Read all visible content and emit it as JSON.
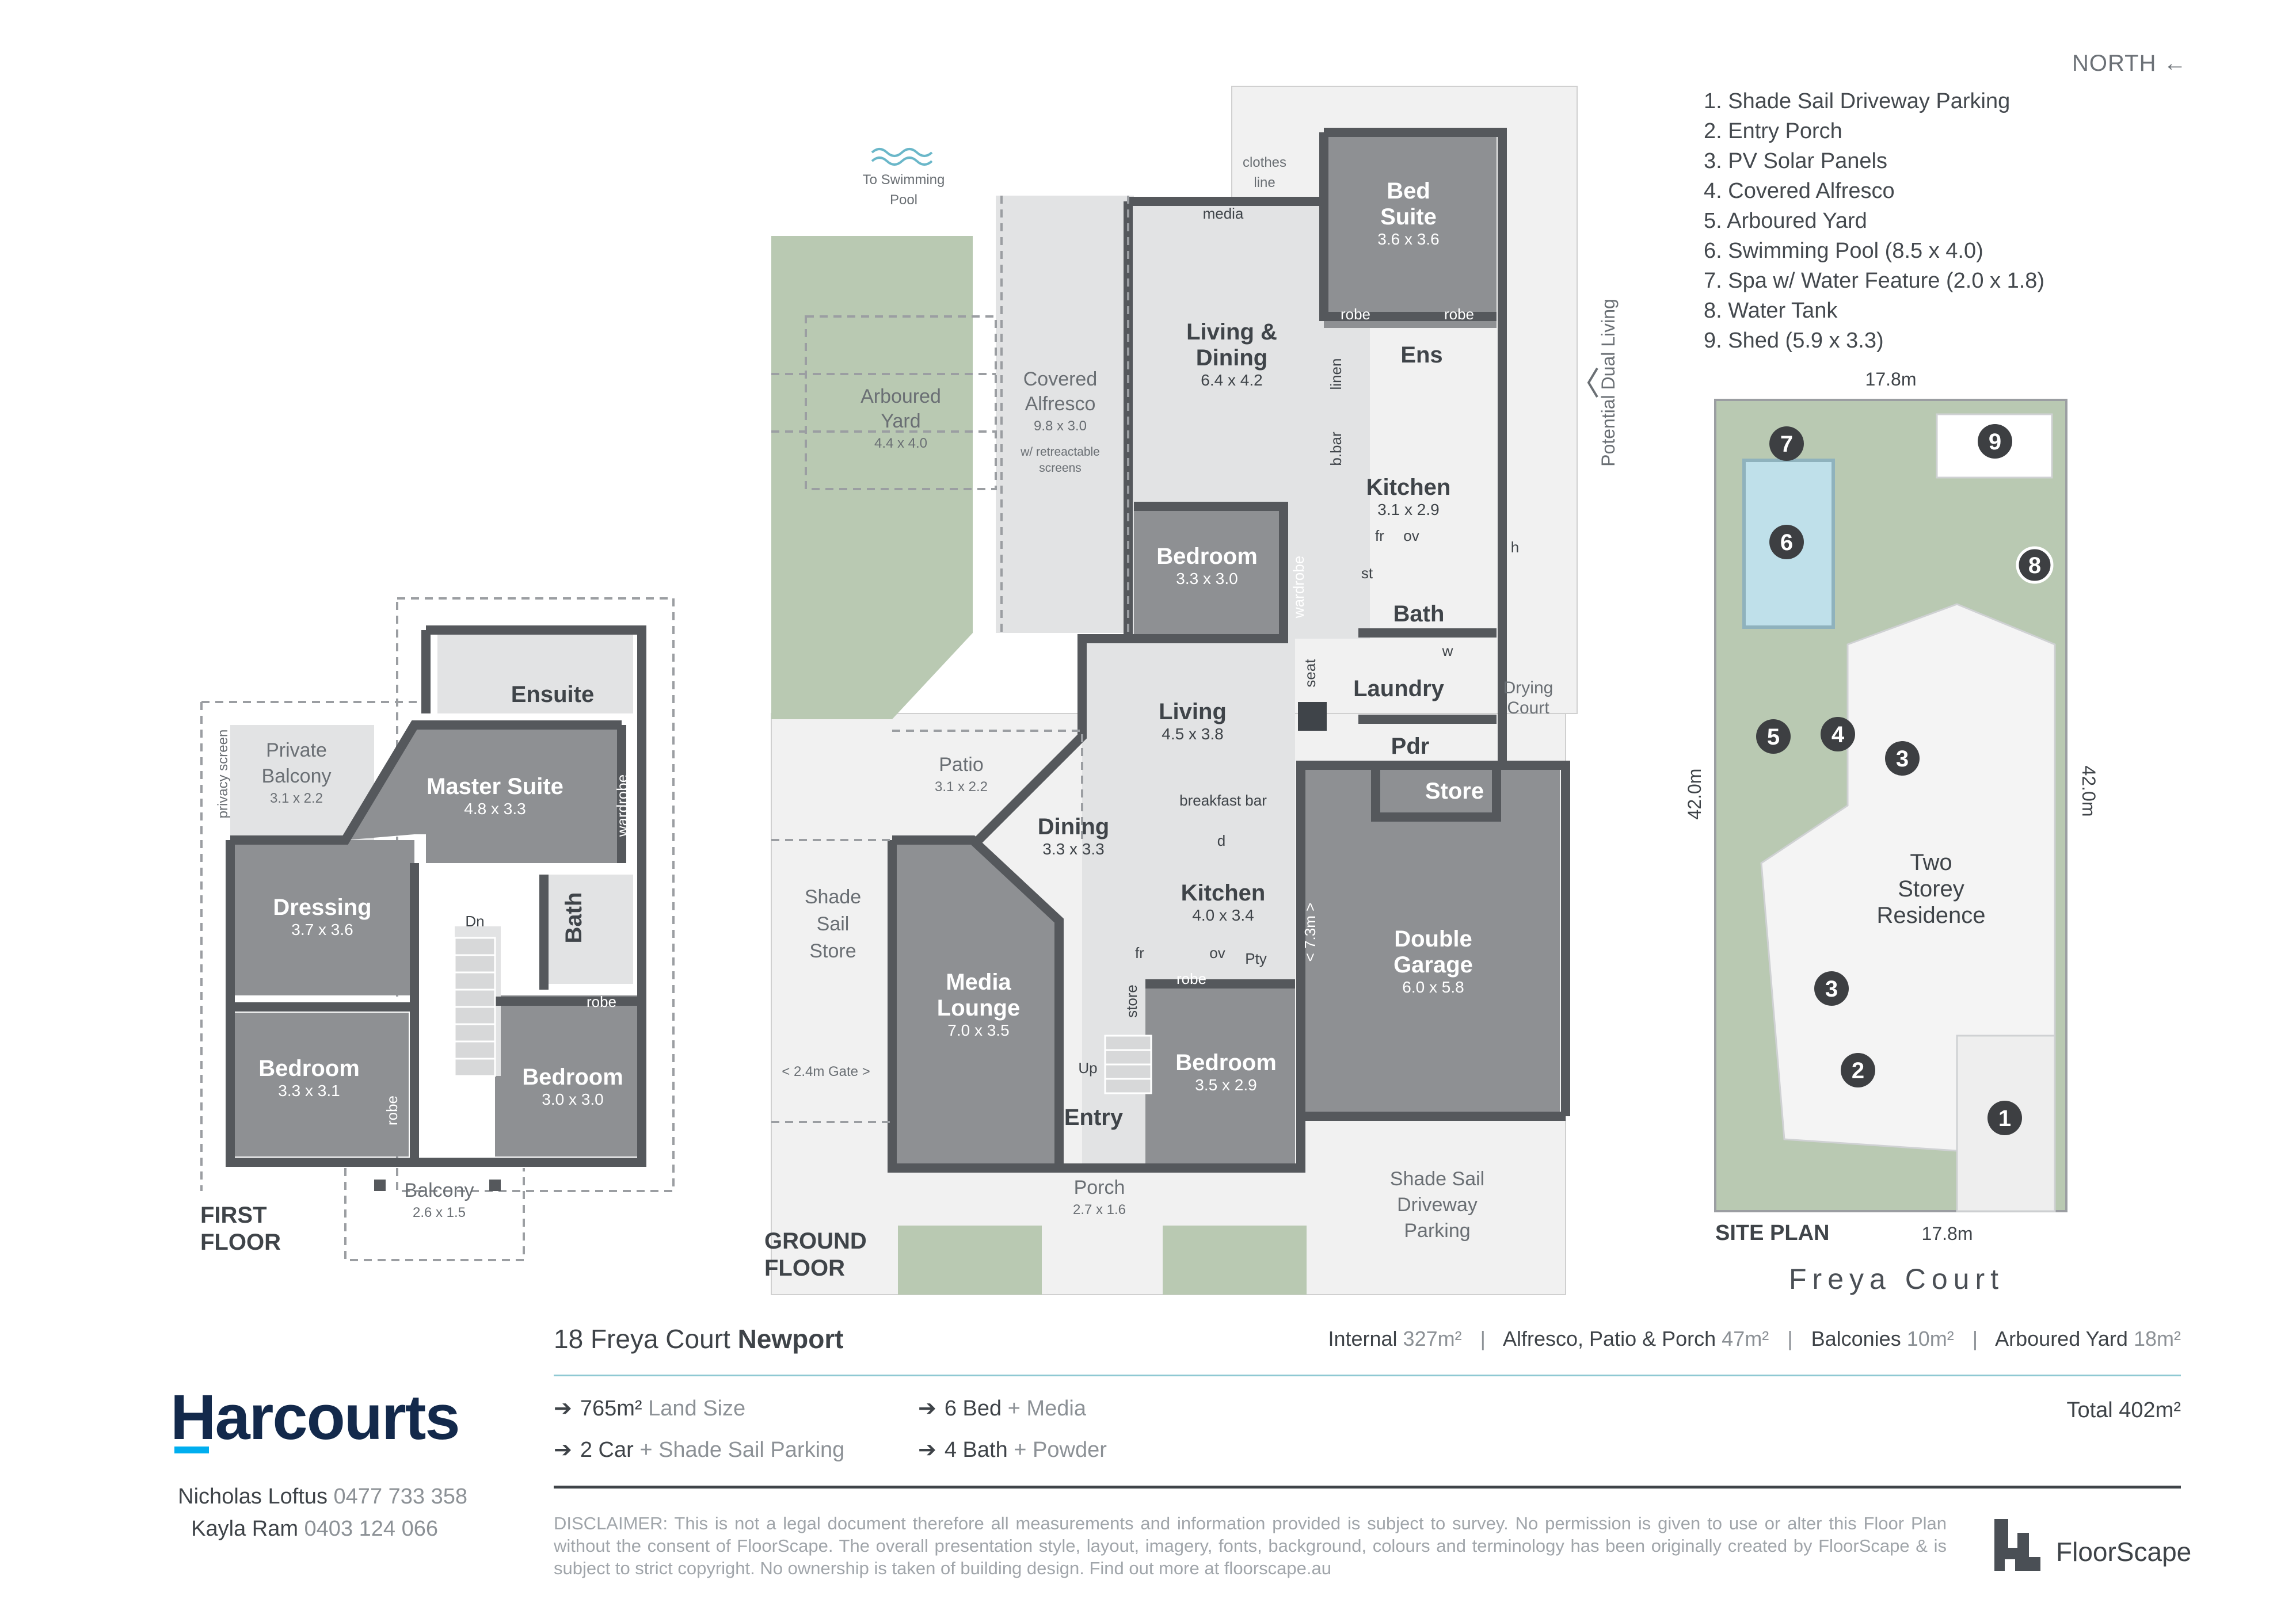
{
  "north": "NORTH ←",
  "legend": [
    "1. Shade Sail Driveway Parking",
    "2. Entry Porch",
    "3. PV Solar Panels",
    "4. Covered Alfresco",
    "5. Arboured Yard",
    "6. Swimming Pool (8.5 x 4.0)",
    "7. Spa w/ Water Feature (2.0 x 1.8)",
    "8. Water Tank",
    "9. Shed (5.9 x 3.3)"
  ],
  "first_floor": {
    "label_line1": "FIRST",
    "label_line2": "FLOOR",
    "rooms": {
      "ensuite": "Ensuite",
      "private_balcony": "Private",
      "private_balcony2": "Balcony",
      "private_balcony_size": "3.1 x 2.2",
      "privacy_screen": "privacy screen",
      "master_suite": "Master Suite",
      "master_suite_size": "4.8 x 3.3",
      "wardrobe": "wardrobe",
      "dressing": "Dressing",
      "dressing_size": "3.7 x 3.6",
      "dn": "Dn",
      "bath": "Bath",
      "robe": "robe",
      "bedroom_a": "Bedroom",
      "bedroom_a_size": "3.3 x 3.1",
      "robe_b": "robe",
      "bedroom_b": "Bedroom",
      "bedroom_b_size": "3.0 x 3.0",
      "balcony": "Balcony",
      "balcony_size": "2.6 x 1.5"
    }
  },
  "ground_floor": {
    "label_line1": "GROUND",
    "label_line2": "FLOOR",
    "rooms": {
      "to_pool_1": "To Swimming",
      "to_pool_2": "Pool",
      "clothes_1": "clothes",
      "clothes_2": "line",
      "media": "media",
      "bed_suite_1": "Bed",
      "bed_suite_2": "Suite",
      "bed_suite_size": "3.6 x 3.6",
      "robe_l": "robe",
      "robe_r": "robe",
      "ens": "Ens",
      "linen": "linen",
      "living_dining_1": "Living &",
      "living_dining_2": "Dining",
      "living_dining_size": "6.4 x 4.2",
      "arboured_1": "Arboured",
      "arboured_2": "Yard",
      "arboured_size": "4.4 x 4.0",
      "alfresco_1": "Covered",
      "alfresco_2": "Alfresco",
      "alfresco_size": "9.8 x 3.0",
      "alfresco_note_1": "w/ retreactable",
      "alfresco_note_2": "screens",
      "bbar": "b.bar",
      "kitchen_top": "Kitchen",
      "kitchen_top_size": "3.1 x 2.9",
      "fr_top": "fr",
      "ov_top": "ov",
      "st": "st",
      "h": "h",
      "potential": "Potential Dual Living",
      "bedroom_mid": "Bedroom",
      "bedroom_mid_size": "3.3 x 3.0",
      "wardrobe_mid": "wardrobe",
      "bath_mid": "Bath",
      "w": "w",
      "seat": "seat",
      "laundry": "Laundry",
      "drying_1": "Drying",
      "drying_2": "Court",
      "pdr": "Pdr",
      "living": "Living",
      "living_size": "4.5 x 3.8",
      "patio": "Patio",
      "patio_size": "3.1 x 2.2",
      "store_top": "Store",
      "breakfast": "breakfast bar",
      "dining": "Dining",
      "dining_size": "3.3 x 3.3",
      "d": "d",
      "kitchen": "Kitchen",
      "kitchen_size": "4.0 x 3.4",
      "shade_store_1": "Shade",
      "shade_store_2": "Sail",
      "shade_store_3": "Store",
      "media_lounge_1": "Media",
      "media_lounge_2": "Lounge",
      "media_lounge_size": "7.0 x 3.5",
      "fr": "fr",
      "ov": "ov",
      "pty": "Pty",
      "store_v": "store",
      "robe_bed": "robe",
      "double_garage_1": "Double",
      "double_garage_2": "Garage",
      "double_garage_size": "6.0 x 5.8",
      "garage_dim": "< 7.3m >",
      "gate": "< 2.4m Gate >",
      "up": "Up",
      "entry": "Entry",
      "bedroom_low": "Bedroom",
      "bedroom_low_size": "3.5 x 2.9",
      "porch": "Porch",
      "porch_size": "2.7 x 1.6",
      "driveway_1": "Shade Sail",
      "driveway_2": "Driveway",
      "driveway_3": "Parking"
    }
  },
  "site_plan": {
    "label": "SITE PLAN",
    "street": "Freya Court",
    "width_top": "17.8m",
    "width_bottom": "17.8m",
    "depth_left": "42.0m",
    "depth_right": "42.0m",
    "residence_1": "Two",
    "residence_2": "Storey",
    "residence_3": "Residence",
    "markers": [
      "1",
      "2",
      "3",
      "3",
      "4",
      "5",
      "6",
      "7",
      "8",
      "9"
    ]
  },
  "footer": {
    "address_light": "18 Freya Court",
    "address_bold": "Newport",
    "areas": [
      {
        "label": "Internal",
        "value": "327m²"
      },
      {
        "label": "Alfresco, Patio & Porch",
        "value": "47m²"
      },
      {
        "label": "Balconies",
        "value": "10m²"
      },
      {
        "label": "Arboured Yard",
        "value": "18m²"
      }
    ],
    "features": [
      {
        "main": "765m²",
        "extra": " Land Size"
      },
      {
        "main": "2 Car",
        "extra": " + Shade Sail Parking"
      },
      {
        "main": "6 Bed",
        "extra": " + Media"
      },
      {
        "main": "4 Bath",
        "extra": " + Powder"
      }
    ],
    "total": "Total 402m²",
    "brand": "Harcourts",
    "agents": [
      {
        "name": "Nicholas Loftus",
        "phone": " 0477 733 358"
      },
      {
        "name": "Kayla Ram",
        "phone": " 0403 124 066"
      }
    ],
    "disclaimer": "DISCLAIMER: This is not a legal document therefore all measurements and information provided is subject to survey. No permission is given to use or alter this Floor Plan without the consent of FloorScape. The overall presentation style, layout, imagery, fonts, background, colours and terminology has been originally created by FloorScape & is subject to strict copyright. No ownership is taken of building design. Find out more at floorscape.au",
    "floorscape": "FloorScape"
  },
  "colors": {
    "room": "#8e9093",
    "wall": "#55585c",
    "accent_rule": "#8fc9d3",
    "brand": "#13294b",
    "brand_bar": "#00aeef"
  }
}
